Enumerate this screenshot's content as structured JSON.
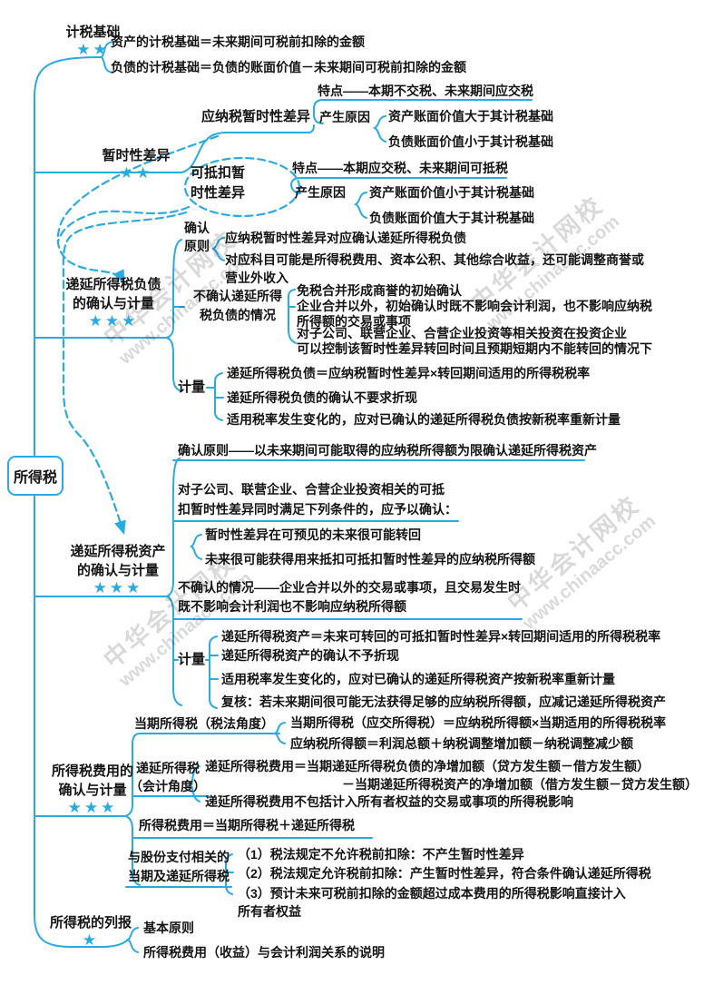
{
  "colors": {
    "accent": "#29abe2",
    "text": "#141414",
    "watermark_gray": "#c8c8c8"
  },
  "watermark": {
    "line1": "中华会计网校",
    "line2": "www.chinaacc.com"
  },
  "root": {
    "label": "所得税"
  },
  "tax_base": {
    "label": "计税基础",
    "stars": "★★",
    "asset": "资产的计税基础＝未来期间可税前扣除的金额",
    "liability": "负债的计税基础＝负债的账面价值－未来期间可税前扣除的金额"
  },
  "temp_diff": {
    "label": "暂时性差异",
    "stars": "★★",
    "taxable": {
      "label": "应纳税暂时性差异",
      "feature": "特点——本期不交税、未来期间应交税",
      "cause_label": "产生原因",
      "cause_asset": "资产账面价值大于其计税基础",
      "cause_liability": "负债账面价值小于其计税基础"
    },
    "deductible": {
      "label": "可抵扣暂\n时性差异",
      "feature": "特点——本期应交税、未来期间可抵税",
      "cause_label": "产生原因",
      "cause_asset": "资产账面价值小于其计税基础",
      "cause_liability": "负债账面价值大于其计税基础"
    }
  },
  "dtl": {
    "label": "递延所得税负债\n的确认与计量",
    "stars": "★★★",
    "recognition_label": "确认\n原则",
    "recognition_1": "应纳税暂时性差异对应确认递延所得税负债",
    "recognition_2": "对应科目可能是所得税费用、资本公积、其他综合收益，还可能调整商誉或\n营业外收入",
    "no_recognition_label": "不确认递延所得\n税负债的情况",
    "no_recognition_1": "免税合并形成商誉的初始确认",
    "no_recognition_2": "企业合并以外，初始确认时既不影响会计利润，也不影响应纳税\n所得额的交易或事项",
    "no_recognition_3": "对子公司、联营企业、合营企业投资等相关投资在投资企业\n可以控制该暂时性差异转回时间且预期短期内不能转回的情况下",
    "measure_label": "计量",
    "measure_1": "递延所得税负债＝应纳税暂时性差异×转回期间适用的所得税税率",
    "measure_2": "递延所得税负债的确认不要求折现",
    "measure_3": "适用税率发生变化的，应对已确认的递延所得税负债按新税率重新计量"
  },
  "dta": {
    "label": "递延所得税资产\n的确认与计量",
    "stars": "★★★",
    "principle": "确认原则——以未来期间可能取得的应纳税所得额为限确认递延所得税资产",
    "invest_condition": "对子公司、联营企业、合营企业投资相关的可抵\n扣暂时性差异同时满足下列条件的，应予以确认：",
    "condition_1": "暂时性差异在可预见的未来很可能转回",
    "condition_2": "未来很可能获得用来抵扣可抵扣暂时性差异的应纳税所得额",
    "no_recognition": "不确认的情况——企业合并以外的交易或事项，且交易发生时\n既不影响会计利润也不影响应纳税所得额",
    "measure_label": "计量",
    "measure_1": "递延所得税资产＝未来可转回的可抵扣暂时性差异×转回期间适用的所得税税率",
    "measure_2": "递延所得税资产的确认不予折现",
    "measure_3": "适用税率发生变化的，应对已确认的递延所得税资产按新税率重新计量",
    "measure_4": "复核：若未来期间很可能无法获得足够的应纳税所得额，应减记递延所得税资产"
  },
  "expense": {
    "label": "所得税费用的\n确认与计量",
    "stars": "★★★",
    "current_label": "当期所得税（税法角度）",
    "current_1": "当期所得税（应交所得税）＝应纳税所得额×当期适用的所得税税率",
    "current_2": "应纳税所得额＝利润总额＋纳税调整增加额－纳税调整减少额",
    "deferred_label": "递延所得税\n（会计角度）",
    "deferred_1": "递延所得税费用＝当期递延所得税负债的净增加额（贷方发生额－借方发生额）",
    "deferred_2": "－当期递延所得税资产的净增加额（借方发生额－贷方发生额）",
    "deferred_3": "递延所得税费用不包括计入所有者权益的交易或事项的所得税影响",
    "formula": "所得税费用＝当期所得税＋递延所得税",
    "share_label": "与股份支付相关的\n当期及递延所得税",
    "share_1": "（1）税法规定不允许税前扣除：不产生暂时性差异",
    "share_2": "（2）税法规定允许税前扣除：产生暂时性差异，符合条件确认递延所得税",
    "share_3": "（3）预计未来可税前扣除的金额超过成本费用的所得税影响直接计入\n所有者权益"
  },
  "report": {
    "label": "所得税的列报",
    "stars": "★",
    "basic": "基本原则",
    "relation": "所得税费用（收益）与会计利润关系的说明"
  }
}
